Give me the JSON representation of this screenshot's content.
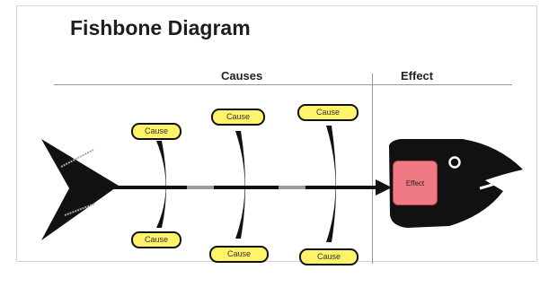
{
  "title": "Fishbone Diagram",
  "headers": {
    "causes": "Causes",
    "effect": "Effect"
  },
  "causes": {
    "top_1": "Cause",
    "top_2": "Cause",
    "top_3": "Cause",
    "bottom_1": "Cause",
    "bottom_2": "Cause",
    "bottom_3": "Cause"
  },
  "effect_label": "Effect",
  "colors": {
    "cause_fill": "#fff36a",
    "effect_fill": "#f07a83",
    "fish": "#111111",
    "background": "#ffffff"
  }
}
